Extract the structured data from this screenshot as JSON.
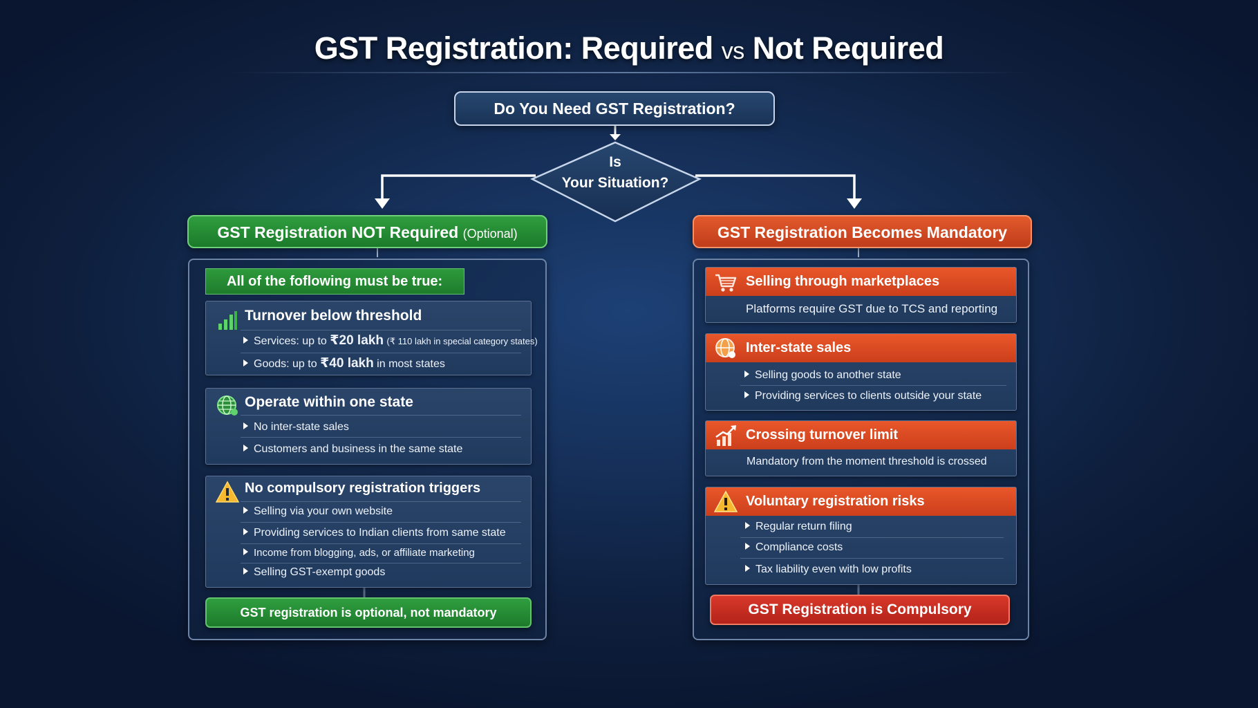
{
  "title": {
    "part1": "GST Registration: Required",
    "vs": "vs",
    "part2": "Not Required"
  },
  "question": "Do You Need GST Registration?",
  "decision": {
    "line1": "Is",
    "line2": "Your Situation?"
  },
  "left": {
    "header_main": "GST Registration NOT Required",
    "header_note": "(Optional)",
    "intro": "All of the foflowing must be true:",
    "cards": [
      {
        "title": "Turnover below threshold",
        "icon": "bar-chart-icon",
        "items": [
          {
            "pre": "Services: up to ",
            "amount": "₹20 lakh",
            "note": "(₹ 110 lakh in special category states)",
            "post": ""
          },
          {
            "pre": "Goods: up to ",
            "amount": "₹40 lakh",
            "note": "",
            "post": " in most states"
          }
        ]
      },
      {
        "title": "Operate within one state",
        "icon": "globe-icon",
        "items": [
          "No inter-state sales",
          "Customers and business in the same state"
        ]
      },
      {
        "title": "No compulsory registration triggers",
        "icon": "warning-icon",
        "items": [
          "Selling via your own website",
          "Providing services to Indian clients from same state",
          "Income from blogging, ads, or affiliate marketing",
          "Selling GST-exempt goods"
        ]
      }
    ],
    "footer": "GST registration is optional, not mandatory"
  },
  "right": {
    "header": "GST Registration Becomes Mandatory",
    "cards": [
      {
        "title": "Selling through marketplaces",
        "icon": "shopping-cart-icon",
        "desc": "Platforms require GST due to TCS and reporting"
      },
      {
        "title": "Inter-state sales",
        "icon": "globe-icon",
        "items": [
          "Selling goods to another state",
          "Providing services to clients outside your state"
        ]
      },
      {
        "title": "Crossing turnover limit",
        "icon": "rising-chart-icon",
        "desc": "Mandatory from the moment threshold is crossed"
      },
      {
        "title": "Voluntary registration risks",
        "icon": "warning-icon",
        "items": [
          "Regular return filing",
          "Compliance costs",
          "Tax liability even with low profits"
        ]
      }
    ],
    "footer": "GST Registration is Compulsory"
  },
  "colors": {
    "green": "#2f9e3f",
    "orange_red": "#e9572a",
    "red": "#d8382a",
    "panel_border": "#6d84a6",
    "background": "#152f58"
  }
}
